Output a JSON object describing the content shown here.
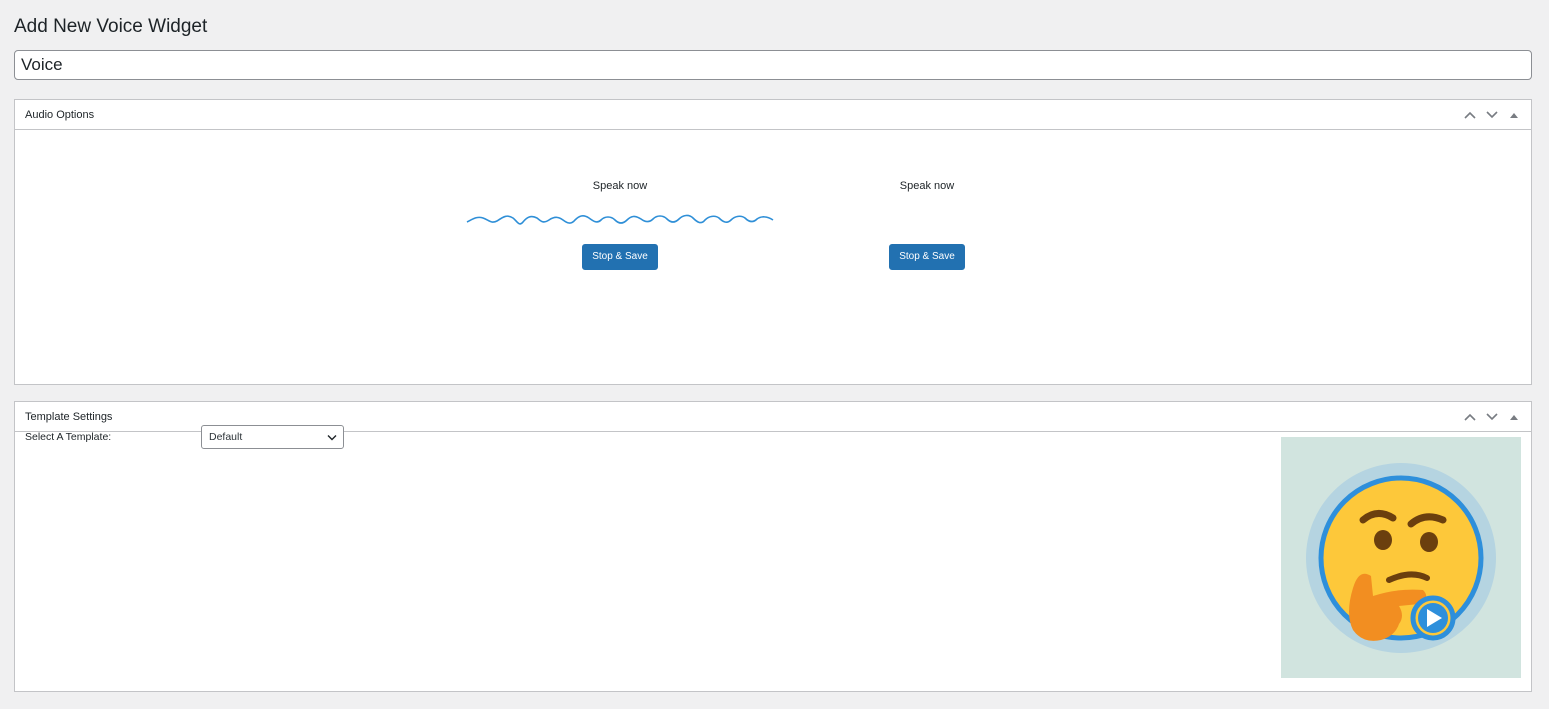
{
  "page": {
    "title": "Add New Voice Widget"
  },
  "title_field": {
    "value": "Voice"
  },
  "audio_box": {
    "title": "Audio Options",
    "recorders": [
      {
        "label": "Speak now",
        "button": "Stop & Save"
      },
      {
        "label": "Speak now",
        "button": "Stop & Save"
      }
    ]
  },
  "template_box": {
    "title": "Template Settings",
    "select_label": "Select A Template:",
    "select_value": "Default",
    "preview_icon": "thinking-face-play-icon"
  },
  "icons": {
    "move_up": "chevron-up-icon",
    "move_down": "chevron-down-icon",
    "toggle": "triangle-up-icon",
    "select_arrow": "chevron-down-icon"
  },
  "colors": {
    "accent": "#2271b1",
    "wave": "#2f8fd7",
    "preview_bg": "#d1e4df",
    "emoji_face": "#fdc83a",
    "emoji_ring": "#2e8fdb",
    "emoji_hand": "#f28e21"
  }
}
